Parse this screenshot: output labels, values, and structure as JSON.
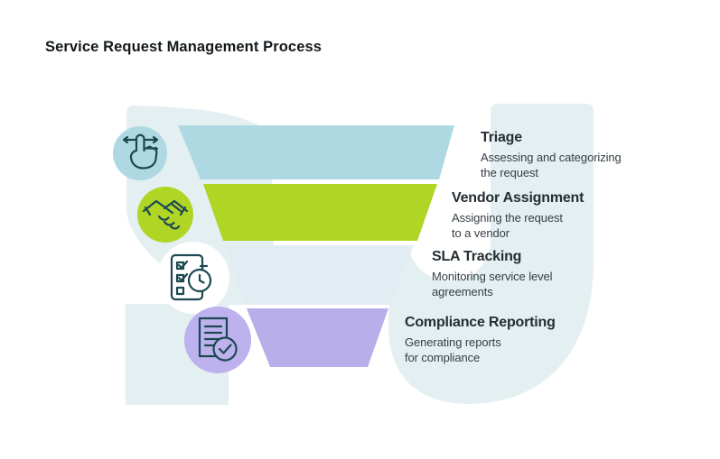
{
  "title": "Service Request Management Process",
  "colors": {
    "background": "#ffffff",
    "backdrop": "#e4eff1",
    "title_text": "#14191c",
    "heading_text": "#252e32",
    "body_text": "#353e42",
    "icon_stroke": "#1d4852",
    "stage_blue": "#aed9e2",
    "stage_green": "#b0d524",
    "stage_pale": "#e2edf3",
    "stage_purple": "#b7aeea",
    "icon_purple_fill": "#bdb2ee",
    "icon_white_fill": "#ffffff"
  },
  "stages": [
    {
      "name": "Triage",
      "desc_line1": "Assessing and categorizing",
      "desc_line2": "the request",
      "color": "#aed9e2",
      "icon": "swipe-hand-icon"
    },
    {
      "name": "Vendor Assignment",
      "desc_line1": "Assigning the request",
      "desc_line2": "to a vendor",
      "color": "#b0d524",
      "icon": "handshake-icon"
    },
    {
      "name": "SLA Tracking",
      "desc_line1": "Monitoring service level",
      "desc_line2": "agreements",
      "color": "#e2edf3",
      "icon": "checklist-clock-icon"
    },
    {
      "name": "Compliance Reporting",
      "desc_line1": "Generating reports",
      "desc_line2": "for compliance",
      "color": "#b7aeea",
      "icon": "document-check-icon"
    }
  ]
}
